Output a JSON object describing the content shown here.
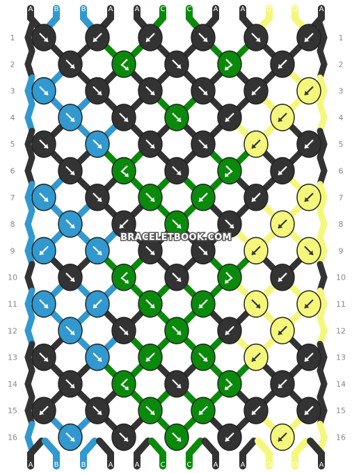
{
  "watermark": "BRACELETBOOK.COM",
  "colors": {
    "A": "#333333",
    "B": "#3199cf",
    "C": "#0a8a0a",
    "D": "#f5f77a"
  },
  "strands_top": [
    "A",
    "B",
    "B",
    "A",
    "A",
    "C",
    "C",
    "A",
    "A",
    "D",
    "D",
    "A"
  ],
  "strands_bottom": [
    "A",
    "B",
    "B",
    "A",
    "A",
    "C",
    "C",
    "A",
    "A",
    "D",
    "D",
    "A"
  ],
  "row_numbers": [
    "1",
    "2",
    "3",
    "4",
    "5",
    "6",
    "7",
    "8",
    "9",
    "10",
    "11",
    "12",
    "13",
    "14",
    "15",
    "16"
  ],
  "knot_rows": [
    [
      {
        "c": "A",
        "k": "f"
      },
      {
        "c": "A",
        "k": "b"
      },
      {
        "c": "A",
        "k": "b"
      },
      {
        "c": "A",
        "k": "f"
      },
      {
        "c": "A",
        "k": "f"
      },
      {
        "c": "A",
        "k": "b"
      }
    ],
    [
      {
        "c": "A",
        "k": "f"
      },
      {
        "c": "C",
        "k": "bf"
      },
      {
        "c": "A",
        "k": "f"
      },
      {
        "c": "C",
        "k": "fb"
      },
      {
        "c": "A",
        "k": "b"
      }
    ],
    [
      {
        "c": "B",
        "k": "f"
      },
      {
        "c": "A",
        "k": "f"
      },
      {
        "c": "A",
        "k": "f"
      },
      {
        "c": "A",
        "k": "f"
      },
      {
        "c": "A",
        "k": "b"
      },
      {
        "c": "D",
        "k": "b"
      }
    ],
    [
      {
        "c": "B",
        "k": "f"
      },
      {
        "c": "A",
        "k": "f"
      },
      {
        "c": "C",
        "k": "f"
      },
      {
        "c": "A",
        "k": "b"
      },
      {
        "c": "D",
        "k": "b"
      }
    ],
    [
      {
        "c": "A",
        "k": "f"
      },
      {
        "c": "B",
        "k": "f"
      },
      {
        "c": "A",
        "k": "f"
      },
      {
        "c": "A",
        "k": "f"
      },
      {
        "c": "D",
        "k": "b"
      },
      {
        "c": "A",
        "k": "b"
      }
    ],
    [
      {
        "c": "A",
        "k": "f"
      },
      {
        "c": "C",
        "k": "bf"
      },
      {
        "c": "A",
        "k": "f"
      },
      {
        "c": "C",
        "k": "fb"
      },
      {
        "c": "A",
        "k": "b"
      }
    ],
    [
      {
        "c": "B",
        "k": "f"
      },
      {
        "c": "A",
        "k": "f"
      },
      {
        "c": "C",
        "k": "f"
      },
      {
        "c": "C",
        "k": "b"
      },
      {
        "c": "A",
        "k": "b"
      },
      {
        "c": "D",
        "k": "b"
      }
    ],
    [
      {
        "c": "B",
        "k": "f"
      },
      {
        "c": "A",
        "k": "b"
      },
      {
        "c": "C",
        "k": "f"
      },
      {
        "c": "A",
        "k": "f"
      },
      {
        "c": "D",
        "k": "b"
      }
    ],
    [
      {
        "c": "B",
        "k": "b"
      },
      {
        "c": "B",
        "k": "f"
      },
      {
        "c": "A",
        "k": "f"
      },
      {
        "c": "A",
        "k": "f"
      },
      {
        "c": "D",
        "k": "b"
      },
      {
        "c": "D",
        "k": "f"
      }
    ],
    [
      {
        "c": "A",
        "k": "f"
      },
      {
        "c": "C",
        "k": "bf"
      },
      {
        "c": "A",
        "k": "f"
      },
      {
        "c": "C",
        "k": "fb"
      },
      {
        "c": "A",
        "k": "b"
      }
    ],
    [
      {
        "c": "B",
        "k": "f"
      },
      {
        "c": "B",
        "k": "b"
      },
      {
        "c": "C",
        "k": "f"
      },
      {
        "c": "C",
        "k": "b"
      },
      {
        "c": "D",
        "k": "f"
      },
      {
        "c": "D",
        "k": "b"
      }
    ],
    [
      {
        "c": "B",
        "k": "f"
      },
      {
        "c": "A",
        "k": "f"
      },
      {
        "c": "C",
        "k": "f"
      },
      {
        "c": "A",
        "k": "b"
      },
      {
        "c": "D",
        "k": "b"
      }
    ],
    [
      {
        "c": "A",
        "k": "f"
      },
      {
        "c": "B",
        "k": "f"
      },
      {
        "c": "C",
        "k": "b"
      },
      {
        "c": "C",
        "k": "f"
      },
      {
        "c": "D",
        "k": "b"
      },
      {
        "c": "A",
        "k": "b"
      }
    ],
    [
      {
        "c": "A",
        "k": "f"
      },
      {
        "c": "C",
        "k": "bf"
      },
      {
        "c": "A",
        "k": "f"
      },
      {
        "c": "C",
        "k": "fb"
      },
      {
        "c": "A",
        "k": "b"
      }
    ],
    [
      {
        "c": "A",
        "k": "b"
      },
      {
        "c": "A",
        "k": "f"
      },
      {
        "c": "C",
        "k": "f"
      },
      {
        "c": "C",
        "k": "b"
      },
      {
        "c": "A",
        "k": "b"
      },
      {
        "c": "A",
        "k": "b"
      }
    ],
    [
      {
        "c": "B",
        "k": "f"
      },
      {
        "c": "A",
        "k": "f"
      },
      {
        "c": "C",
        "k": "f"
      },
      {
        "c": "A",
        "k": "b"
      },
      {
        "c": "D",
        "k": "b"
      }
    ]
  ]
}
